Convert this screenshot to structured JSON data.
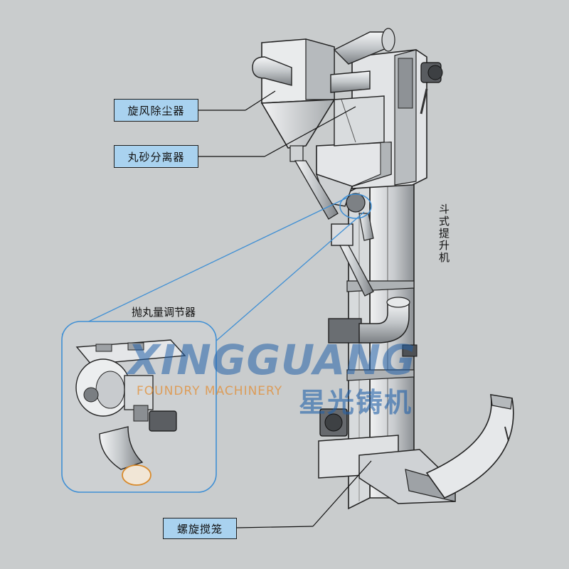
{
  "labels": {
    "cyclone_dust_collector": "旋风除尘器",
    "shot_sand_separator": "丸砂分离器",
    "bucket_elevator": "斗式提升机",
    "shot_flow_regulator": "抛丸量调节器",
    "screw_conveyor": "螺旋搅笼"
  },
  "watermark": {
    "brand_latin": "XINGGUANG",
    "brand_sub": "FOUNDRY MACHINERY",
    "brand_cn": "星光铸机"
  },
  "colors": {
    "background": "#c9cccd",
    "label_fill": "#a9d2ef",
    "callout_blue": "#3f8fd4",
    "machine_light": "#e6e8ea",
    "machine_mid": "#b3b7ba",
    "machine_dark": "#55585b",
    "outline": "#222222"
  }
}
